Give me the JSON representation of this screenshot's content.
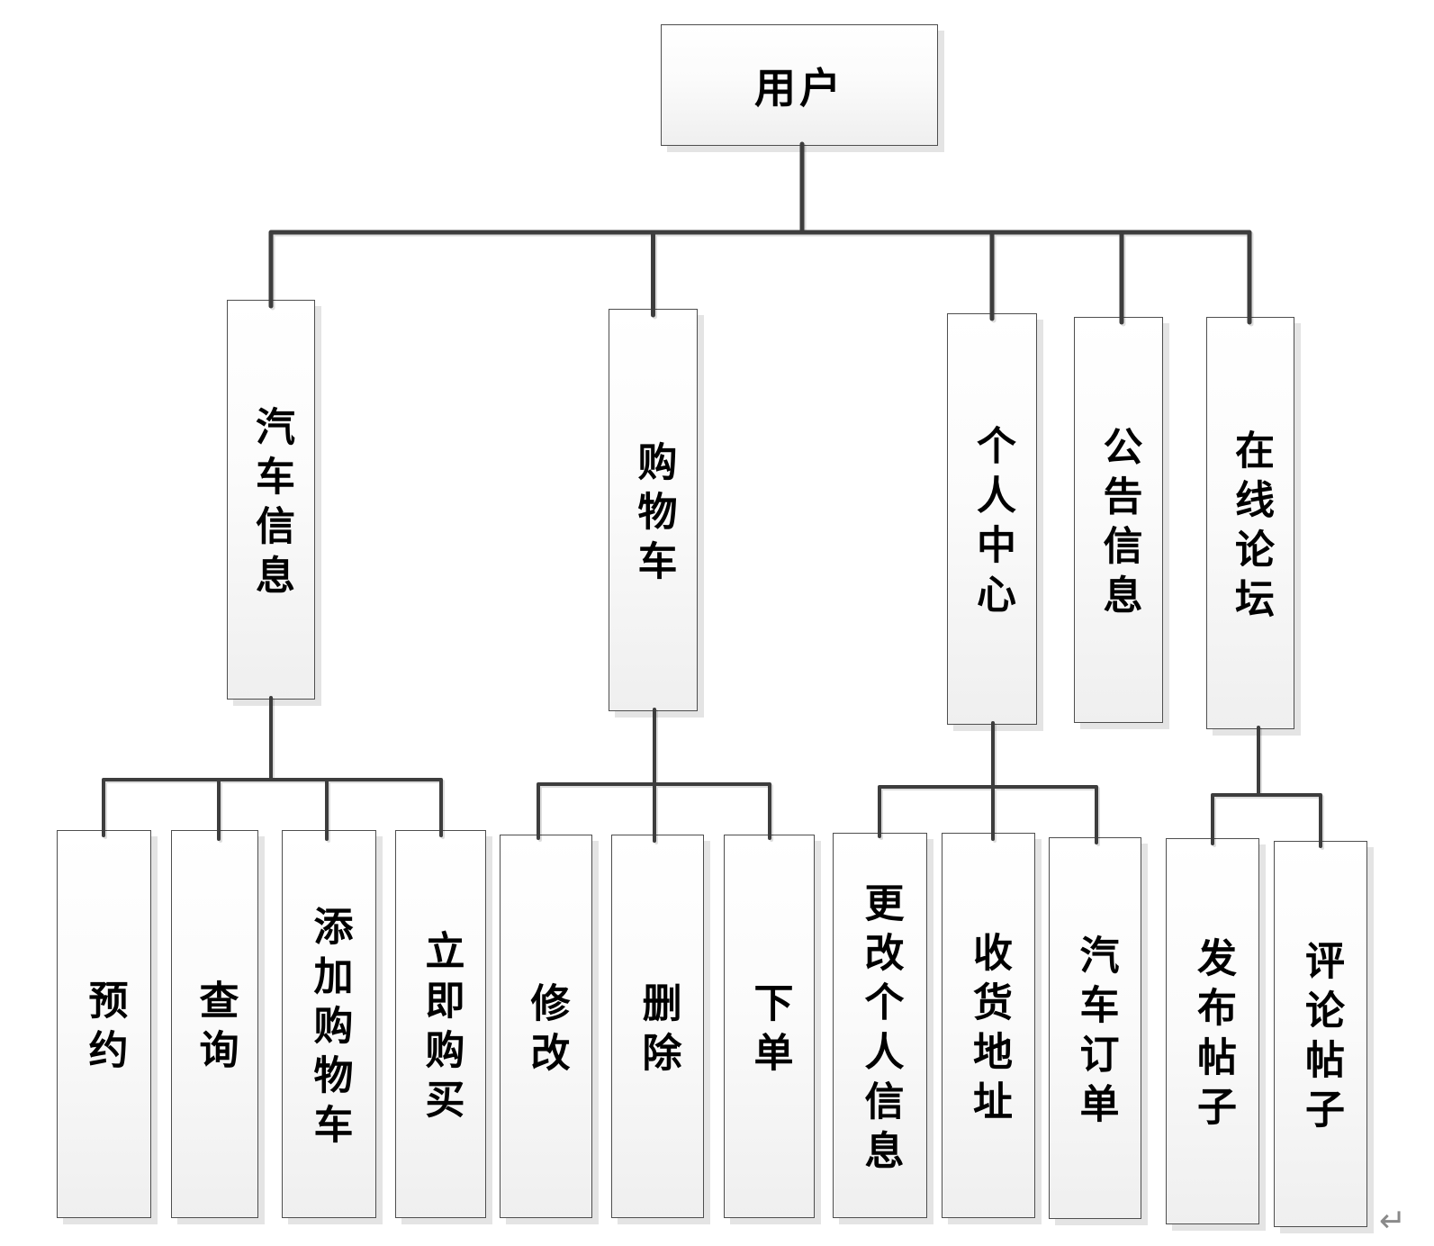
{
  "nodes": {
    "user": {
      "label": "用户"
    },
    "car_info": {
      "label": "汽车信息"
    },
    "shopping_cart": {
      "label": "购物车"
    },
    "personal_center": {
      "label": "个人中心"
    },
    "announcement": {
      "label": "公告信息"
    },
    "forum": {
      "label": "在线论坛"
    },
    "reserve": {
      "label": "预约"
    },
    "query": {
      "label": "查询"
    },
    "add_to_cart": {
      "label": "添加购物车"
    },
    "buy_now": {
      "label": "立即购买"
    },
    "modify": {
      "label": "修改"
    },
    "delete": {
      "label": "删除"
    },
    "place_order": {
      "label": "下单"
    },
    "edit_profile": {
      "label": "更改个人信息"
    },
    "shipping_address": {
      "label": "收货地址"
    },
    "car_orders": {
      "label": "汽车订单"
    },
    "publish_post": {
      "label": "发布帖子"
    },
    "comment_post": {
      "label": "评论帖子"
    }
  },
  "edges": {
    "user": [
      "car_info",
      "shopping_cart",
      "personal_center",
      "announcement",
      "forum"
    ],
    "car_info": [
      "reserve",
      "query",
      "add_to_cart",
      "buy_now"
    ],
    "shopping_cart": [
      "modify",
      "delete",
      "place_order"
    ],
    "personal_center": [
      "edit_profile",
      "shipping_address",
      "car_orders"
    ],
    "announcement": [],
    "forum": [
      "publish_post",
      "comment_post"
    ]
  },
  "marks": {
    "return_mark": "↵"
  },
  "styles": {
    "line_color": "#3d3d3d",
    "box_border_color": "#4e4e4e",
    "box_fill_top": "#ffffff",
    "box_fill_bottom": "#efefef",
    "box_shadow_color": "#e4e4e4",
    "text_color": "#000000",
    "return_mark_color": "#8a8a8a",
    "background": "#ffffff"
  }
}
